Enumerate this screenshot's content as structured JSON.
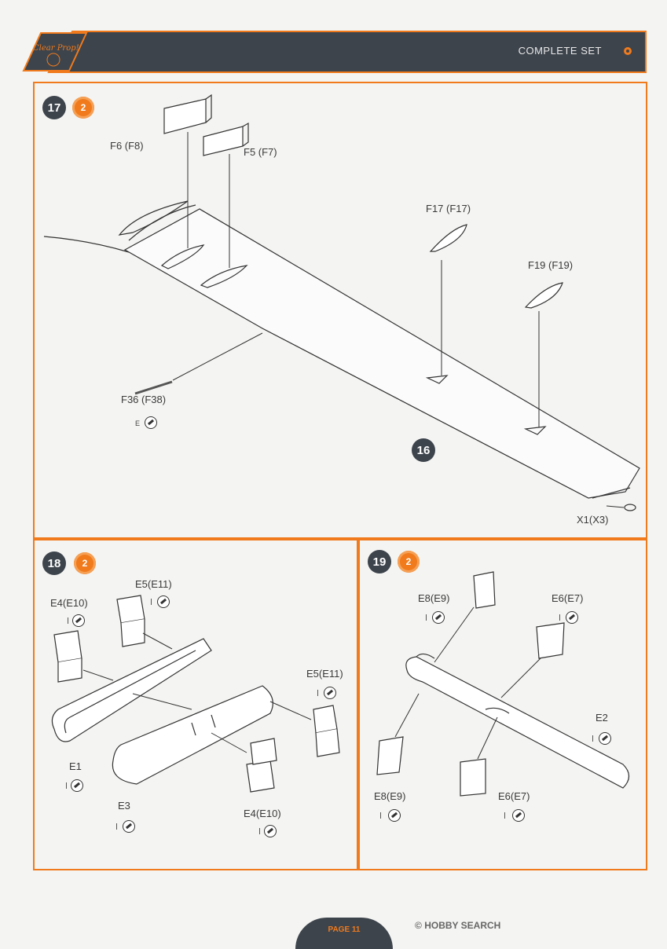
{
  "header": {
    "logo_text": "Clear Prop!",
    "title": "COMPLETE SET"
  },
  "steps": {
    "s17": {
      "number": "17",
      "glue": "2",
      "labels": {
        "f6": "F6 (F8)",
        "f5": "F5 (F7)",
        "f17": "F17 (F17)",
        "f19": "F19 (F19)",
        "f36": "F36 (F38)",
        "f36_note": "E",
        "ref": "16",
        "x1": "X1(X3)"
      }
    },
    "s18": {
      "number": "18",
      "glue": "2",
      "labels": {
        "e5a": "E5(E11)",
        "e4a": "E4(E10)",
        "e5b": "E5(E11)",
        "e1": "E1",
        "e3": "E3",
        "e4b": "E4(E10)"
      }
    },
    "s19": {
      "number": "19",
      "glue": "2",
      "labels": {
        "e8a": "E8(E9)",
        "e6a": "E6(E7)",
        "e2": "E2",
        "e8b": "E8(E9)",
        "e6b": "E6(E7)"
      }
    }
  },
  "footer": {
    "page": "PAGE 11",
    "watermark": "HOBBY SEARCH"
  },
  "colors": {
    "accent": "#f07a1c",
    "dark": "#3d444c"
  }
}
